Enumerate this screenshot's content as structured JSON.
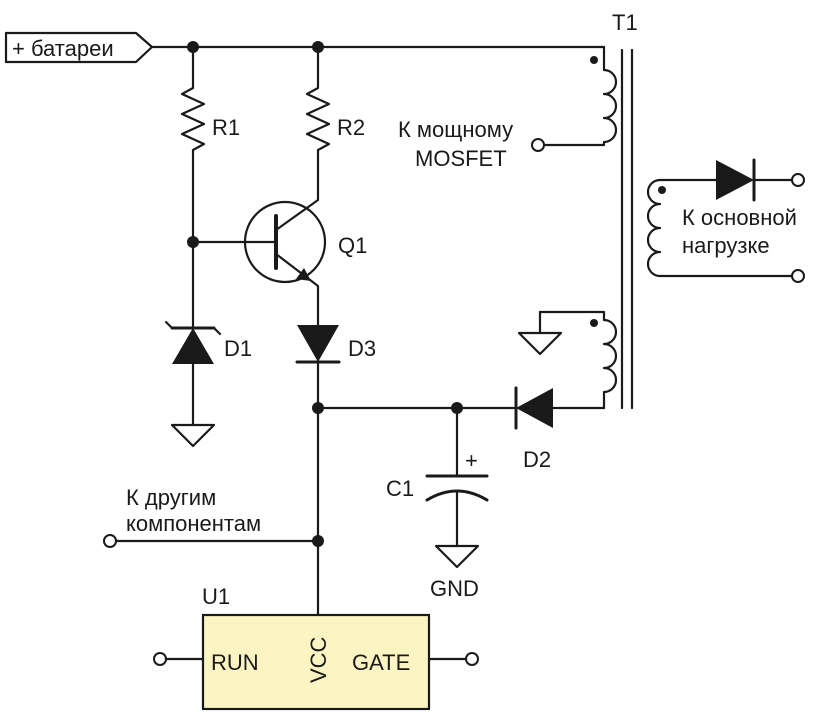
{
  "labels": {
    "battery": "+ батареи",
    "r1": "R1",
    "r2": "R2",
    "q1": "Q1",
    "d1": "D1",
    "d2": "D2",
    "d3": "D3",
    "c1": "C1",
    "c1_plus": "+",
    "t1": "T1",
    "mosfet_line1": "К мощному",
    "mosfet_line2": "MOSFET",
    "load_line1": "К основной",
    "load_line2": "нагрузке",
    "other_line1": "К другим",
    "other_line2": "компонентам",
    "gnd": "GND",
    "u1": "U1",
    "run": "RUN",
    "vcc": "VCC",
    "gate": "GATE"
  },
  "colors": {
    "line": "#1a1a1a",
    "ic_fill": "#fdf4c4",
    "background": "#ffffff"
  }
}
